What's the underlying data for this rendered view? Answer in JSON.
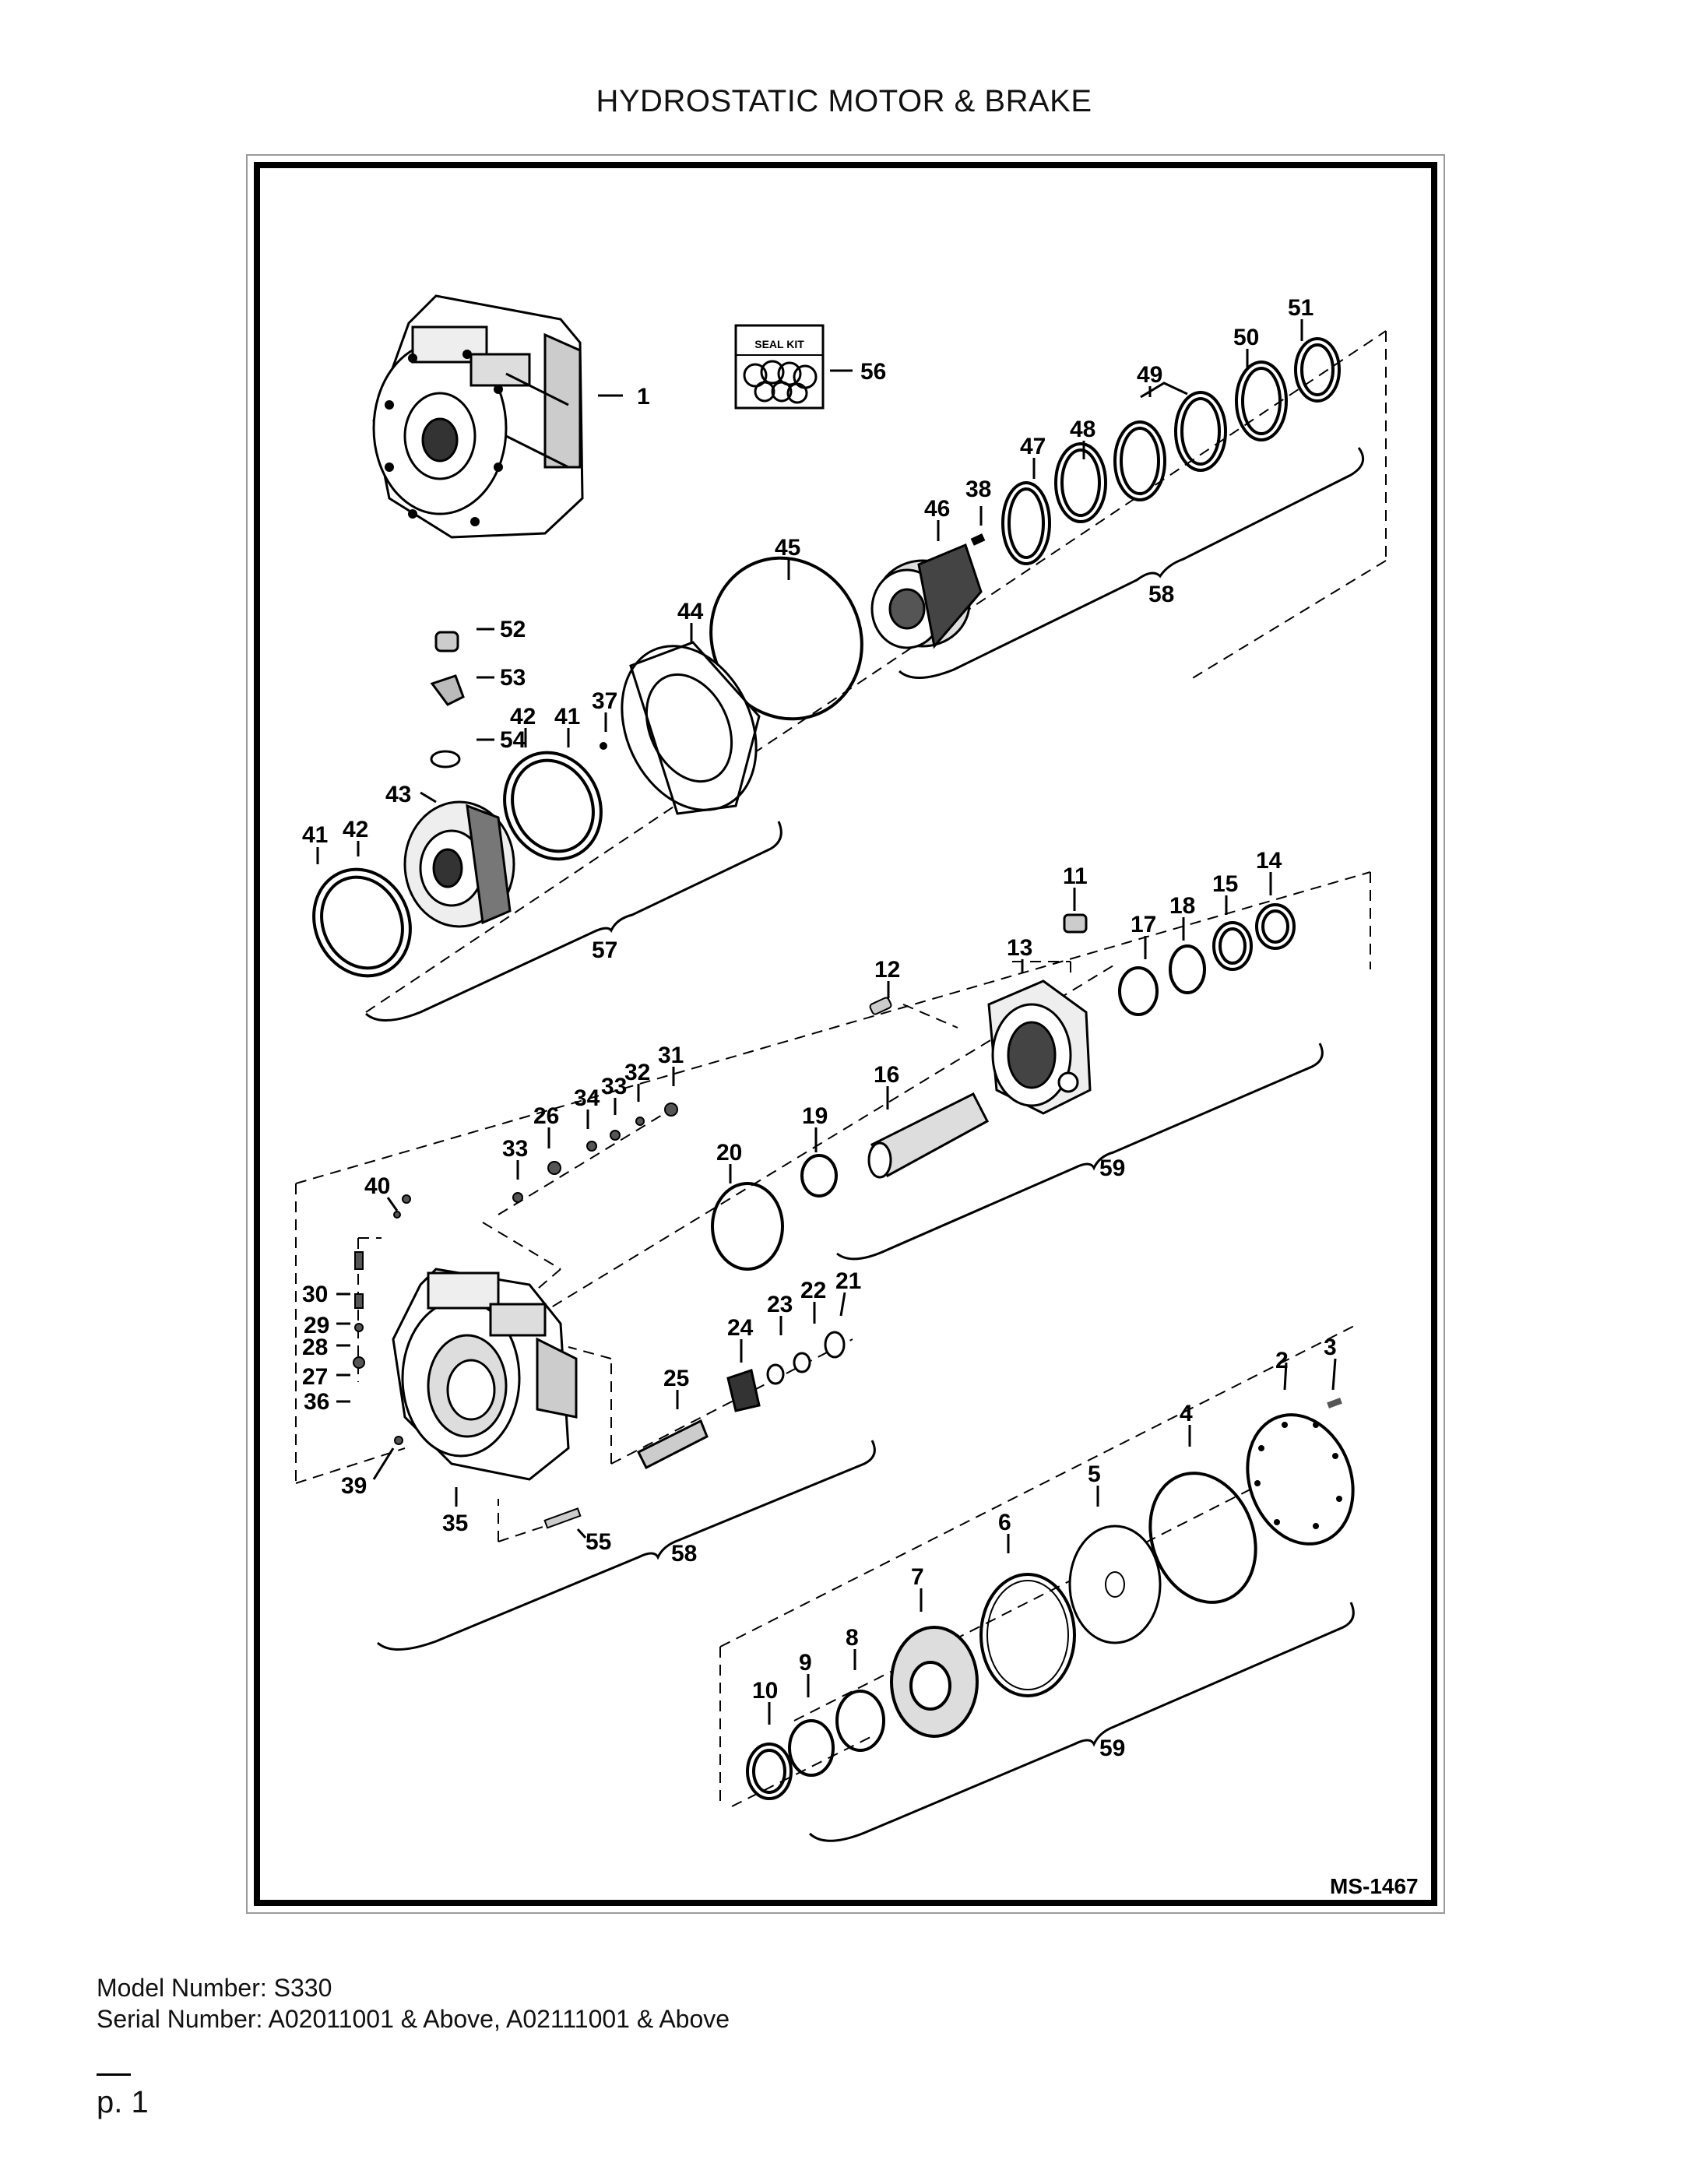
{
  "title": "HYDROSTATIC MOTOR & BRAKE",
  "seal_kit_label": "SEAL KIT",
  "drawing_id": "MS-1467",
  "callouts": [
    "1",
    "2",
    "3",
    "4",
    "5",
    "6",
    "7",
    "8",
    "9",
    "10",
    "11",
    "12",
    "13",
    "14",
    "15",
    "16",
    "17",
    "18",
    "19",
    "20",
    "21",
    "22",
    "23",
    "24",
    "25",
    "26",
    "27",
    "28",
    "29",
    "30",
    "31",
    "32",
    "33",
    "33",
    "34",
    "35",
    "36",
    "37",
    "38",
    "39",
    "40",
    "41",
    "41",
    "42",
    "42",
    "43",
    "44",
    "45",
    "46",
    "47",
    "48",
    "49",
    "50",
    "51",
    "52",
    "53",
    "54",
    "55",
    "56",
    "57",
    "58",
    "58",
    "59",
    "59"
  ],
  "footer": {
    "model": "Model Number: S330",
    "serial": "Serial Number: A02011001 & Above, A02111001 & Above"
  },
  "page": "p. 1"
}
